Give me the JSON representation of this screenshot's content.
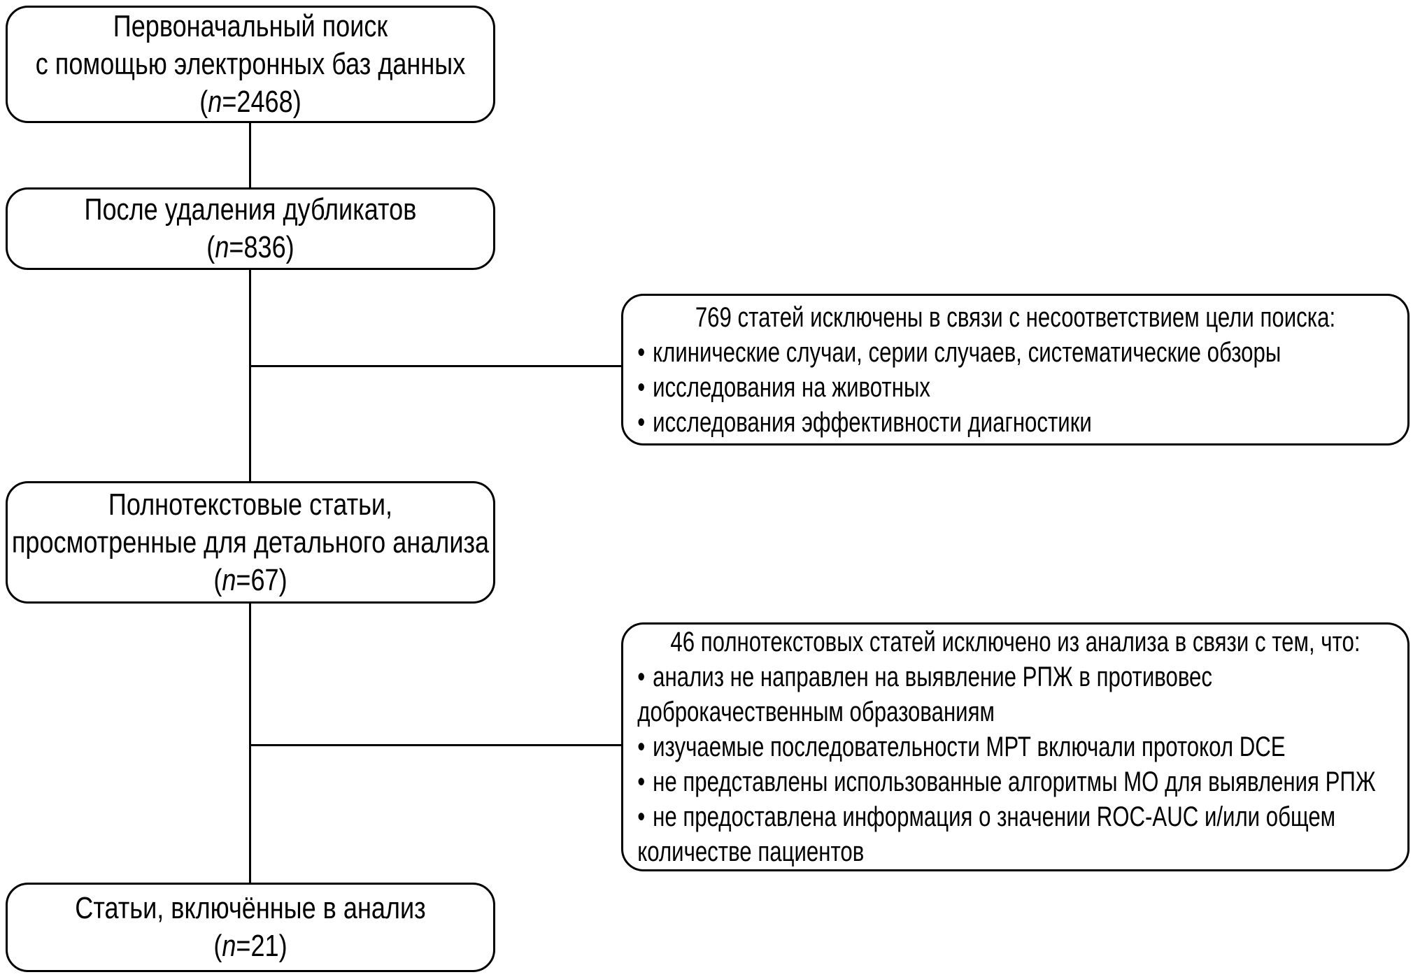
{
  "figure": {
    "background_color": "#ffffff",
    "line_color": "#000000"
  },
  "flow_boxes": [
    {
      "name": "initial-search",
      "lines": [
        "Первоначальный поиск",
        "с помощью электронных баз данных"
      ],
      "n": {
        "pre": "(",
        "var": "n",
        "post": "=2468)"
      }
    },
    {
      "name": "after-duplicates-removed",
      "lines": [
        "После удаления дубликатов"
      ],
      "n": {
        "pre": "(",
        "var": "n",
        "post": "=836)"
      }
    },
    {
      "name": "full-text-screened",
      "lines": [
        "Полнотекстовые статьи,",
        "просмотренные для детального анализа"
      ],
      "n": {
        "pre": "(",
        "var": "n",
        "post": "=67)"
      }
    },
    {
      "name": "included-in-analysis",
      "lines": [
        "Статьи, включённые в анализ"
      ],
      "n": {
        "pre": "(",
        "var": "n",
        "post": "=21)"
      }
    }
  ],
  "exclusion_boxes": [
    {
      "name": "excluded-769",
      "title": "769 статей исключены в связи с несоответствием цели поиска:",
      "bullet_char": "•",
      "bullets": [
        {
          "lines": [
            "клинические случаи, серии случаев, систематические обзоры"
          ]
        },
        {
          "lines": [
            "исследования на животных"
          ]
        },
        {
          "lines": [
            "исследования эффективности диагностики"
          ]
        }
      ]
    },
    {
      "name": "excluded-46",
      "title": "46 полнотекстовых статей исключено из анализа в связи с тем, что:",
      "bullet_char": "•",
      "bullets": [
        {
          "lines": [
            "анализ не направлен на выявление РПЖ в противовес",
            "доброкачественным образованиям"
          ]
        },
        {
          "lines": [
            "изучаемые последовательности МРТ включали протокол DCE"
          ]
        },
        {
          "lines": [
            "не представлены использованные алгоритмы МО для выявления РПЖ"
          ]
        },
        {
          "lines": [
            "не предоставлена информация о значении ROC-AUC и/или общем",
            "количестве пациентов"
          ]
        }
      ]
    }
  ]
}
